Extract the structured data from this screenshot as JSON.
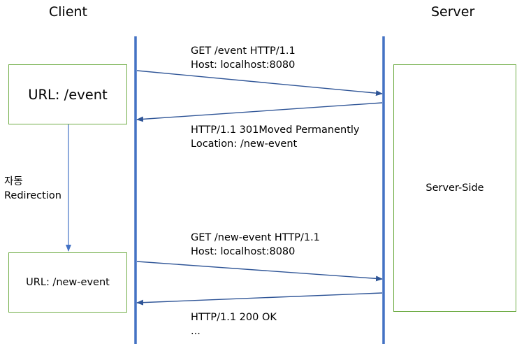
{
  "headings": {
    "client": "Client",
    "server": "Server"
  },
  "boxes": {
    "url_event": "URL: /event",
    "url_new_event": "URL: /new-event",
    "server_side": "Server-Side"
  },
  "messages": {
    "request1": {
      "line1": "GET /event HTTP/1.1",
      "line2": "Host: localhost:8080"
    },
    "response1": {
      "line1": "HTTP/1.1 301Moved Permanently",
      "line2": "Location: /new-event"
    },
    "request2": {
      "line1": "GET /new-event HTTP/1.1",
      "line2": "Host: localhost:8080"
    },
    "response2": {
      "line1": "HTTP/1.1 200 OK",
      "line2": "..."
    }
  },
  "redirect_label": {
    "line1": "자동",
    "line2": "Redirection"
  },
  "colors": {
    "lifeline": "#4472c4",
    "arrow": "#2f5597",
    "box_border": "#70ad47"
  }
}
